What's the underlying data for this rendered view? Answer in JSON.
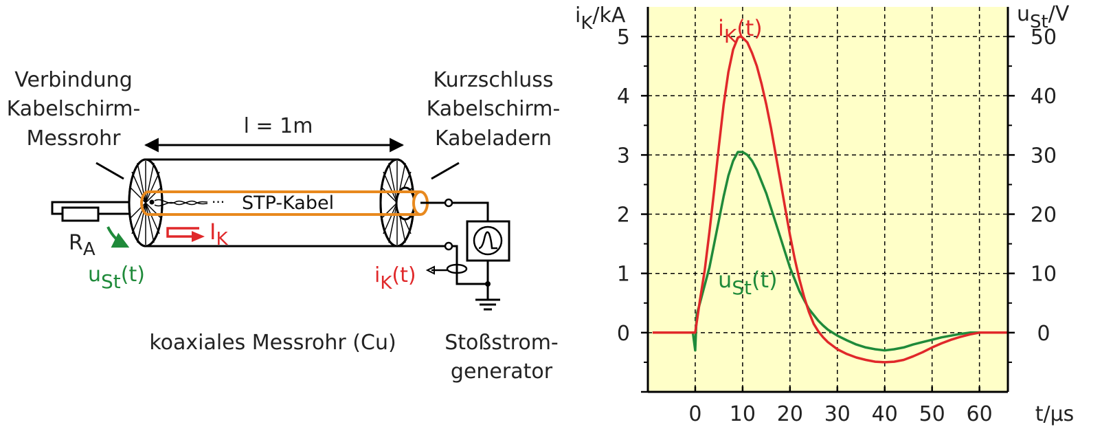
{
  "diagram": {
    "label_connection": [
      "Verbindung",
      "Kabelschirm-",
      "Messrohr"
    ],
    "label_short": [
      "Kurzschluss",
      "Kabelschirm-",
      "Kabeladern"
    ],
    "length_label": "l = 1m",
    "cable_label": "STP-Kabel",
    "cable_dots": "···",
    "resistor_base": "R",
    "resistor_sub": "A",
    "current_base": "I",
    "current_sub": "K",
    "u_base": "u",
    "u_sub": "St",
    "t_suffix": "(t)",
    "i_base": "i",
    "i_sub": "K",
    "tube_label": "koaxiales Messrohr (Cu)",
    "generator_label": [
      "Stoßstrom-",
      "generator"
    ]
  },
  "chart_data": {
    "type": "line",
    "x_label": "t/µs",
    "y_left_label": {
      "base": "i",
      "sub": "K",
      "suffix": "/kA"
    },
    "y_right_label": {
      "base": "u",
      "sub": "St",
      "suffix": "/V"
    },
    "xlim": [
      -10,
      66
    ],
    "ylim_left": [
      -1,
      5.5
    ],
    "ylim_right": [
      -10,
      55
    ],
    "x_ticks": [
      "0",
      "10",
      "20",
      "30",
      "40",
      "50",
      "60"
    ],
    "y_left_ticks": [
      "0",
      "1",
      "2",
      "3",
      "4",
      "5"
    ],
    "y_right_ticks": [
      "0",
      "10",
      "20",
      "30",
      "40",
      "50"
    ],
    "grid": true,
    "background": "#ffffc8",
    "series": [
      {
        "name_base": "i",
        "name_sub": "K",
        "name_suffix": "(t)",
        "axis": "left",
        "color": "#e0282a",
        "x": [
          -9,
          -2,
          0,
          1,
          2,
          3,
          4,
          5,
          6,
          7,
          8,
          9,
          9.5,
          10,
          11,
          12,
          13,
          14,
          15,
          16,
          17,
          18,
          19,
          20,
          21,
          22,
          23,
          24,
          25,
          26,
          27,
          28,
          30,
          32,
          34,
          36,
          38,
          40,
          42,
          44,
          46,
          48,
          50,
          52,
          54,
          56,
          58,
          60,
          62,
          64,
          66
        ],
        "y": [
          0,
          0,
          0,
          0.55,
          1.05,
          1.7,
          2.4,
          3.15,
          3.85,
          4.4,
          4.78,
          4.98,
          5.0,
          4.98,
          4.9,
          4.72,
          4.5,
          4.2,
          3.85,
          3.45,
          3.0,
          2.55,
          2.1,
          1.65,
          1.25,
          0.9,
          0.6,
          0.35,
          0.15,
          0.02,
          -0.08,
          -0.16,
          -0.28,
          -0.36,
          -0.42,
          -0.46,
          -0.49,
          -0.5,
          -0.49,
          -0.46,
          -0.4,
          -0.33,
          -0.25,
          -0.18,
          -0.12,
          -0.07,
          -0.03,
          0,
          0,
          0,
          0
        ]
      },
      {
        "name_base": "u",
        "name_sub": "St",
        "name_suffix": "(t)",
        "axis": "right",
        "color": "#1f8a3a",
        "x": [
          -9,
          -2,
          -0.5,
          0,
          0.3,
          1,
          2,
          3,
          4,
          5,
          6,
          7,
          8,
          9,
          10,
          11,
          12,
          13,
          14,
          15,
          16,
          17,
          18,
          19,
          20,
          21,
          22,
          23,
          24,
          25,
          26,
          27,
          28,
          30,
          32,
          34,
          36,
          38,
          40,
          42,
          44,
          46,
          48,
          50,
          52,
          54,
          56,
          58,
          60,
          62,
          64,
          66
        ],
        "y": [
          0,
          0,
          0,
          -3,
          3,
          5,
          8,
          11,
          15,
          19,
          23,
          26.5,
          29,
          30.5,
          30.5,
          30,
          29,
          27.5,
          25.5,
          23.5,
          21,
          18.5,
          16,
          13.5,
          11,
          9,
          7,
          5.5,
          4,
          3,
          2,
          1.2,
          0.5,
          -0.5,
          -1.3,
          -2,
          -2.5,
          -2.8,
          -3,
          -2.8,
          -2.5,
          -2,
          -1.6,
          -1.2,
          -0.8,
          -0.5,
          -0.2,
          0,
          0,
          0,
          0,
          0
        ]
      }
    ]
  }
}
